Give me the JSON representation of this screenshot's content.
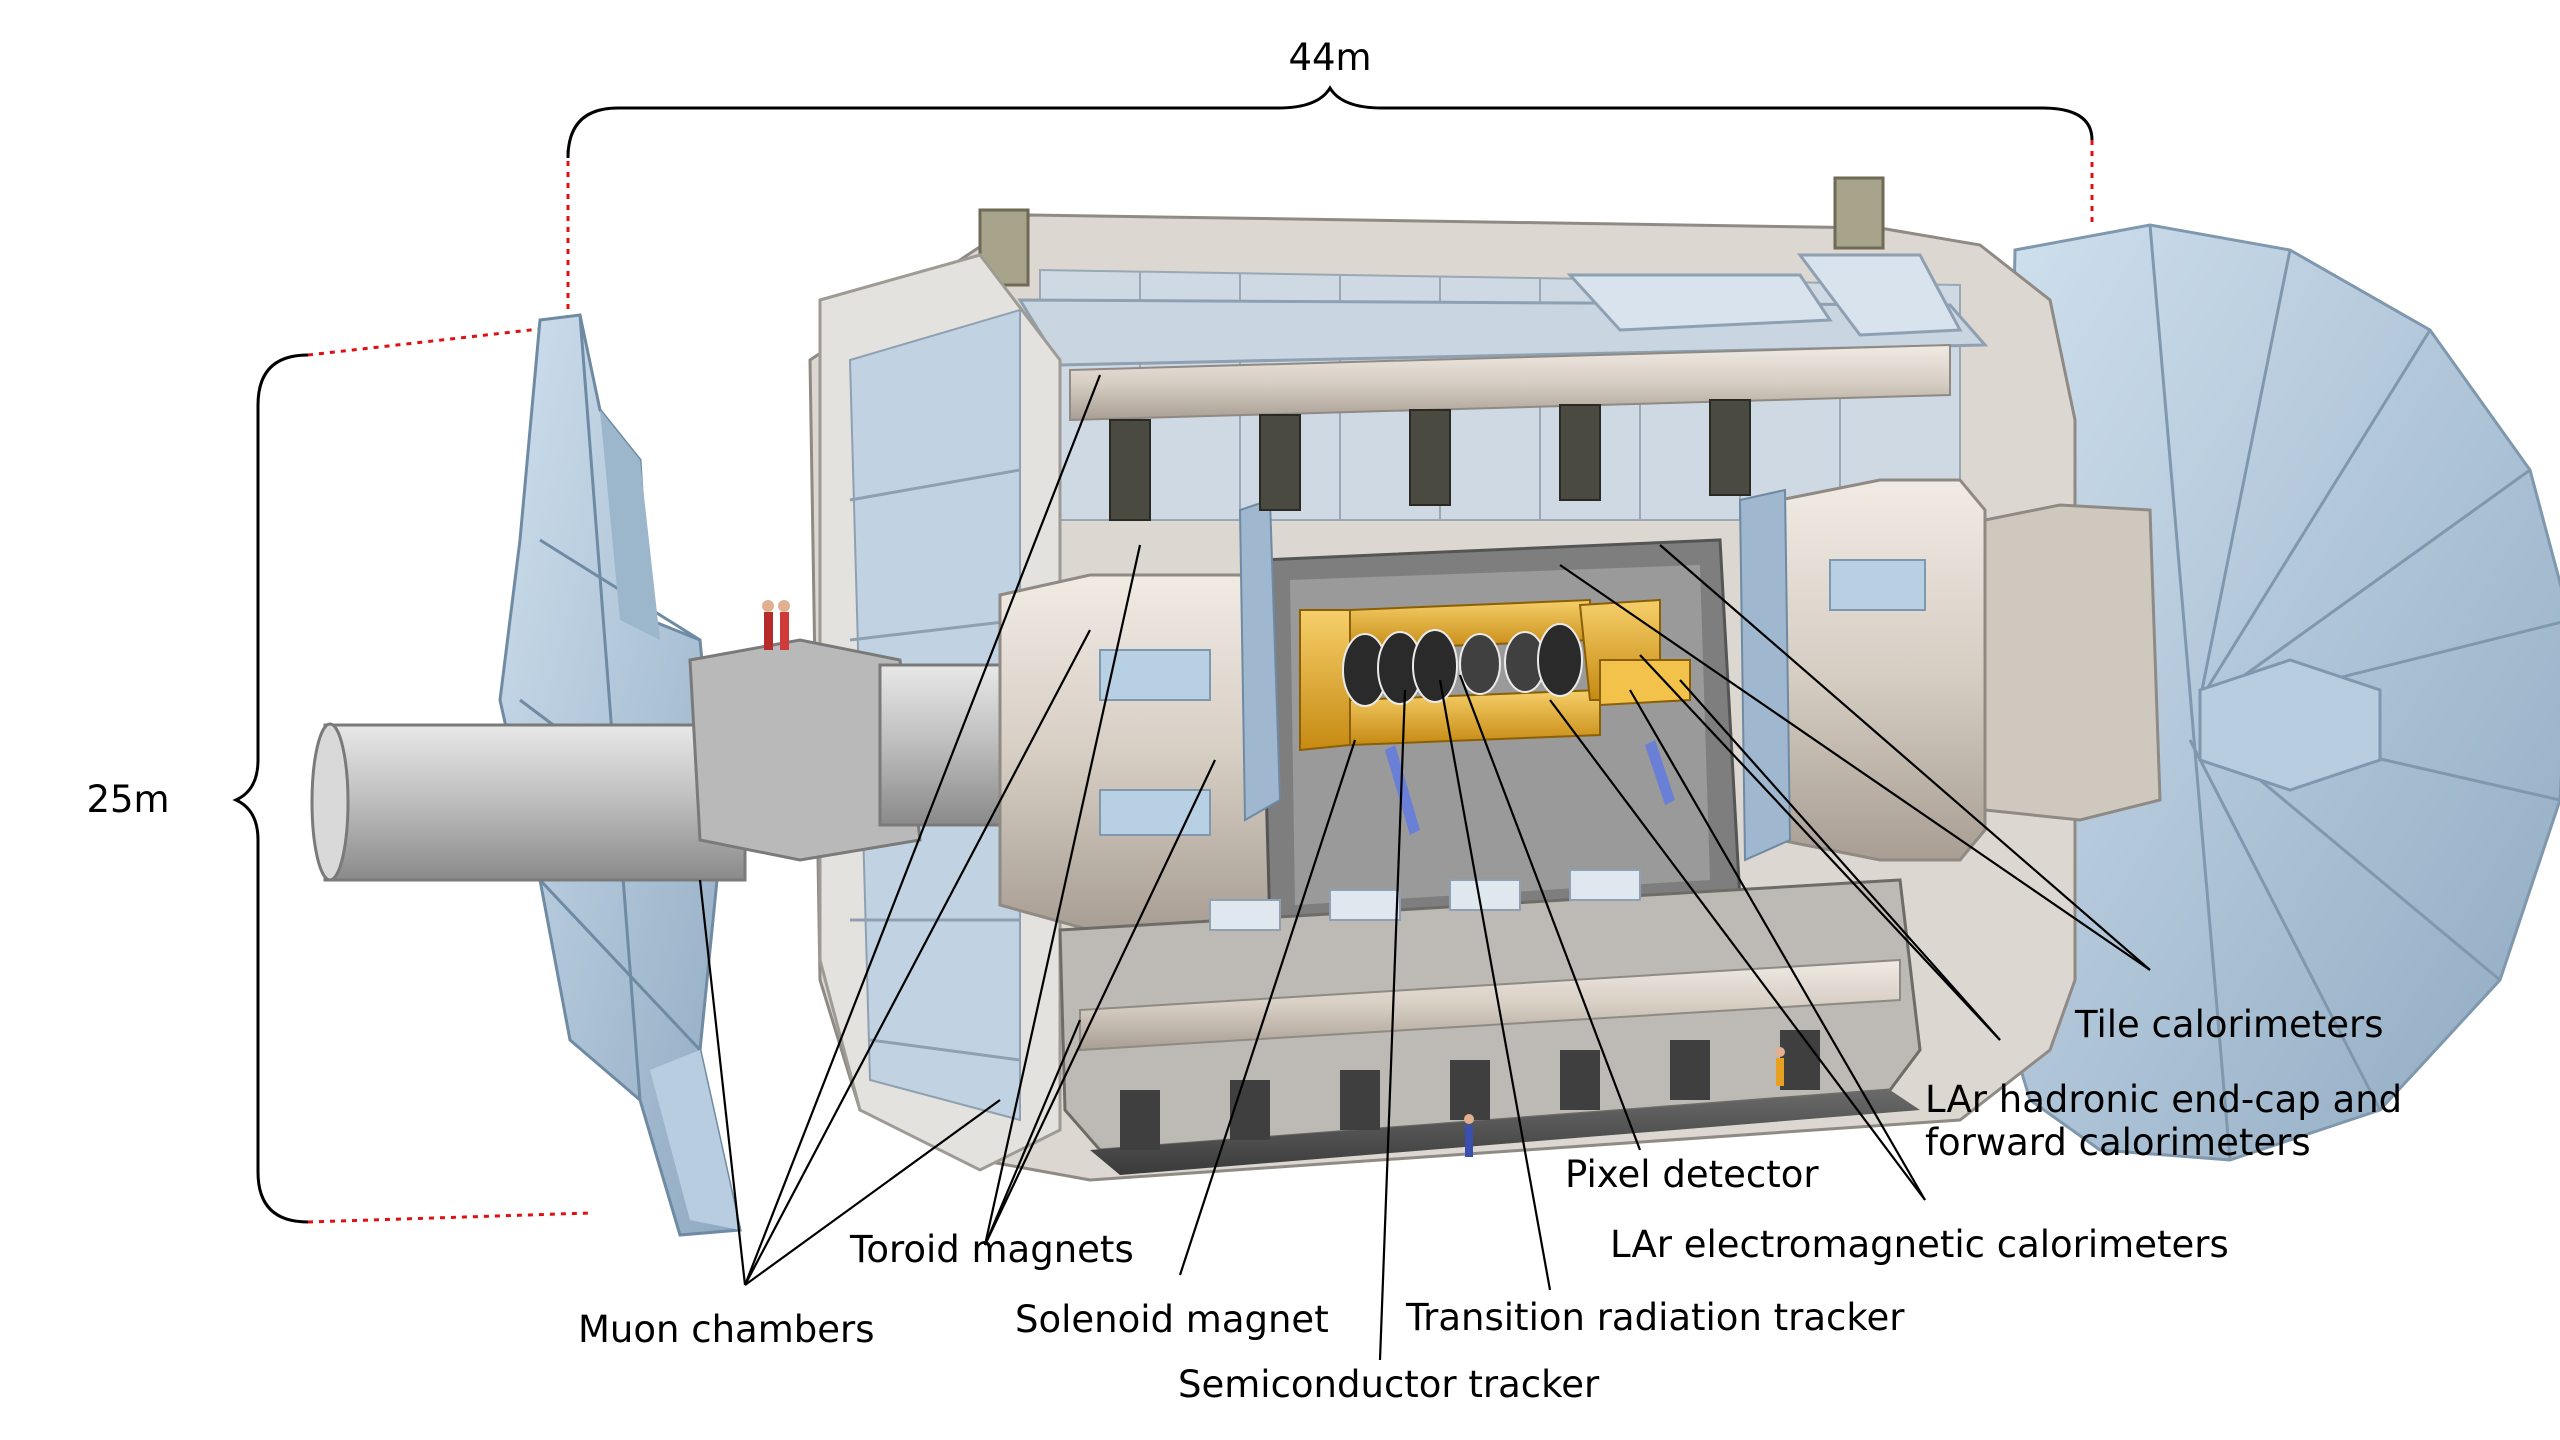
{
  "dimensions": {
    "length": "44m",
    "height": "25m"
  },
  "labels": {
    "muon_chambers": "Muon chambers",
    "toroid_magnets": "Toroid magnets",
    "solenoid_magnet": "Solenoid magnet",
    "semiconductor_tracker": "Semiconductor tracker",
    "transition_radiation_tracker": "Transition radiation tracker",
    "pixel_detector": "Pixel detector",
    "lar_em_calorimeters": "LAr electromagnetic calorimeters",
    "lar_hadronic_line1": "LAr hadronic end-cap and",
    "lar_hadronic_line2": "forward calorimeters",
    "tile_calorimeters": "Tile calorimeters"
  },
  "colors": {
    "muon_panel": "#a9c3d9",
    "toroid_frame": "#d9d4cc",
    "beam_pipe": "#c8c8c8",
    "calorimeter_gold": "#e4a826",
    "dimension_dash": "#e01010"
  }
}
